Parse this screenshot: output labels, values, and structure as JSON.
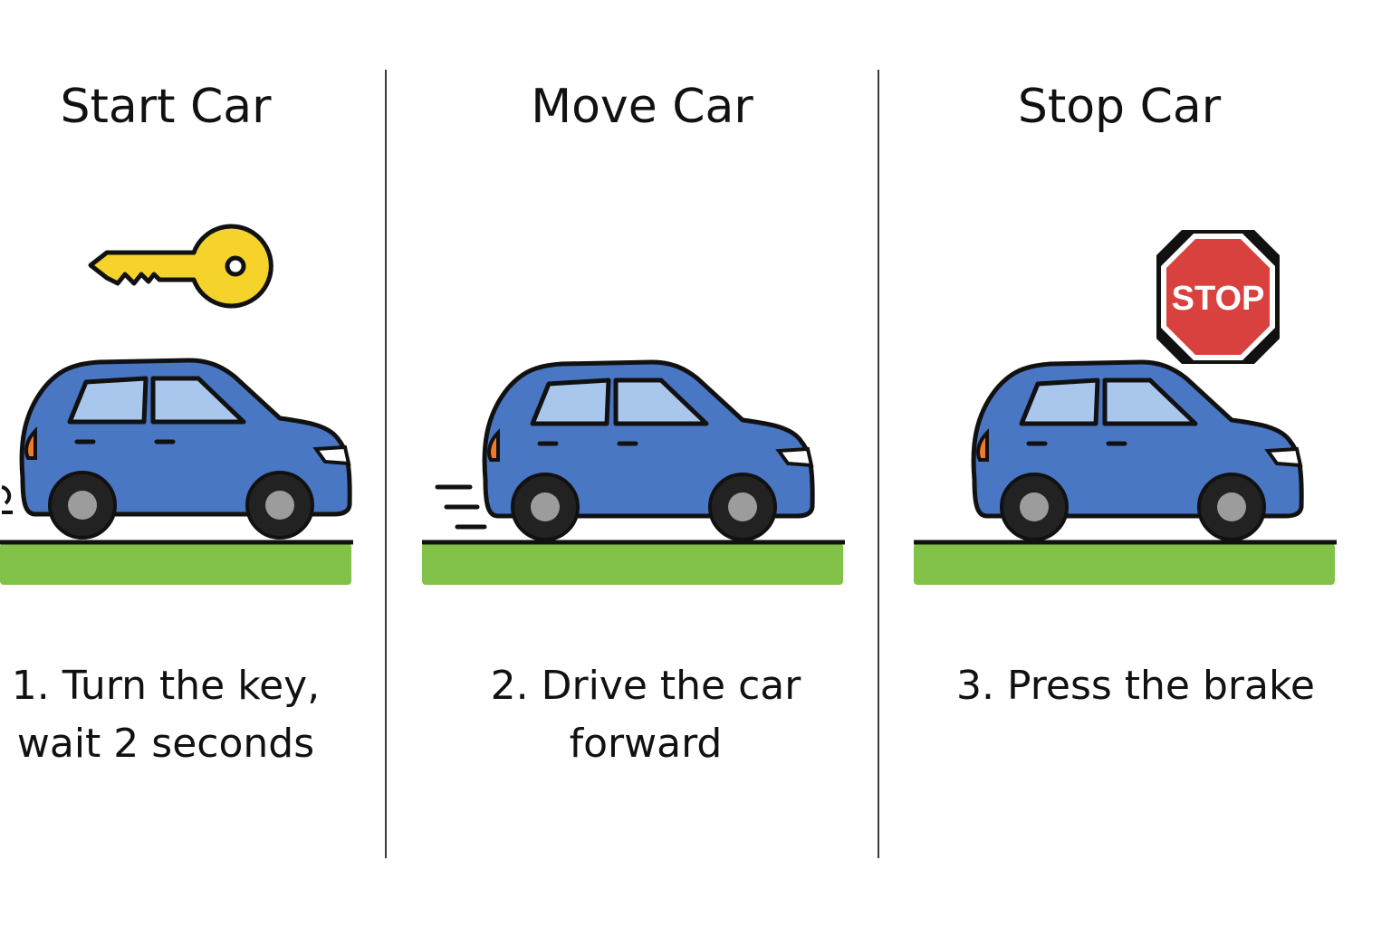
{
  "steps": [
    {
      "title": "Start Car",
      "caption_line1": "1. Turn the key,",
      "caption_line2": "wait 2 seconds",
      "icon": "car-key-icon"
    },
    {
      "title": "Move Car",
      "caption_line1": "2. Drive the car",
      "caption_line2": "forward",
      "icon": "motion-lines-icon"
    },
    {
      "title": "Stop Car",
      "caption_line1": "3. Press the brake",
      "caption_line2": "",
      "icon": "stop-sign-icon",
      "sign_text": "STOP"
    }
  ],
  "colors": {
    "car_body": "#4a77c4",
    "car_window": "#a9c6ec",
    "ground": "#82c248",
    "key": "#f6d32b",
    "stop_sign": "#d8413d",
    "tail_light": "#f07a2a"
  }
}
